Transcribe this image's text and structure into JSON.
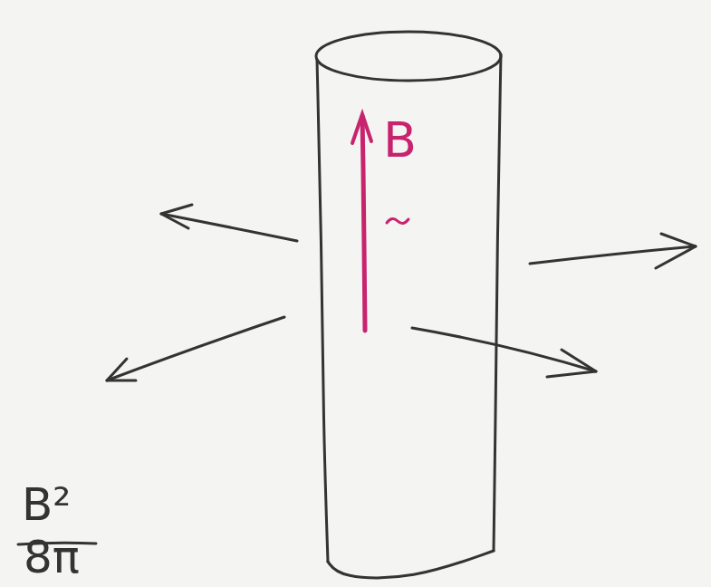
{
  "diagram": {
    "nodes": [
      {
        "text": [
          "B"
        ]
      }
    ],
    "labels": [
      "B²",
      "8π"
    ]
  }
}
